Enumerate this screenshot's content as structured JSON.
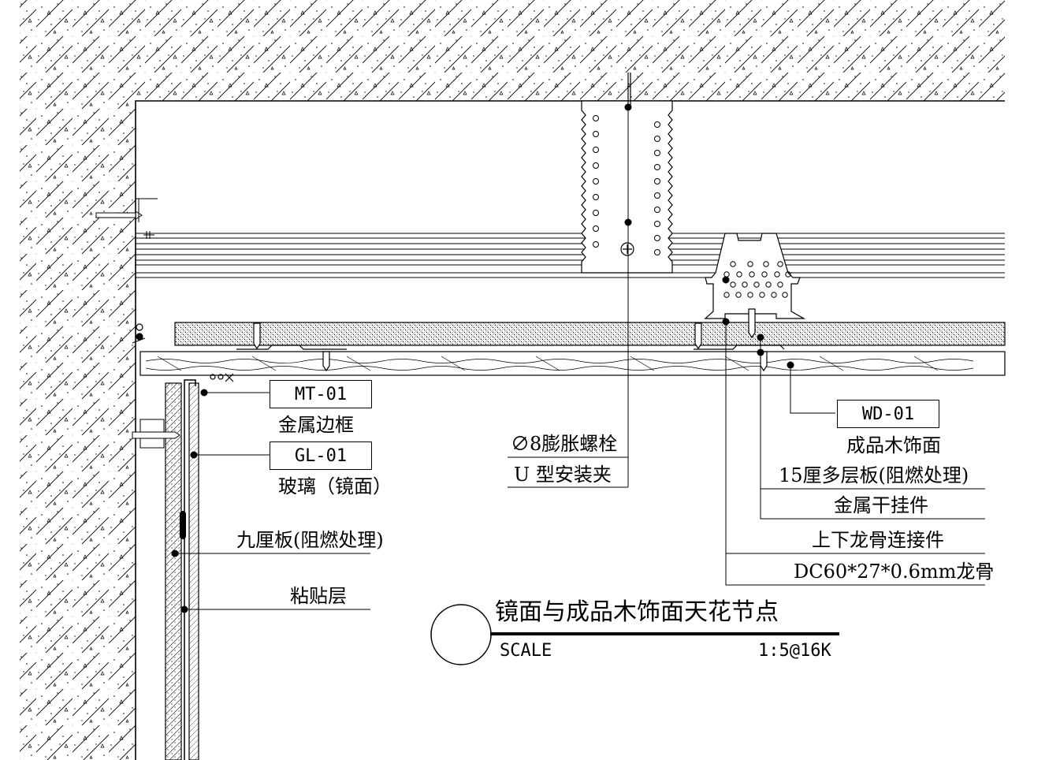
{
  "title": {
    "main": "镜面与成品木饰面天花节点",
    "scale_label": "SCALE",
    "scale_value": "1:5@16K"
  },
  "tags": {
    "mt": "MT-01",
    "gl": "GL-01",
    "wd": "WD-01"
  },
  "labels": {
    "metal_frame": "金属边框",
    "glass_mirror": "玻璃（镜面）",
    "nine_board": "九厘板(阻燃处理)",
    "adhesive": "粘贴层",
    "bolt": "∅8膨胀螺栓",
    "u_clip": "U 型安装夹",
    "wood_finish": "成品木饰面",
    "ply15": "15厘多层板(阻燃处理)",
    "dry_hanger": "金属干挂件",
    "connector": "上下龙骨连接件",
    "keel": "DC60*27*0.6mm龙骨"
  },
  "colors": {
    "line": "#000000",
    "background": "#ffffff"
  }
}
